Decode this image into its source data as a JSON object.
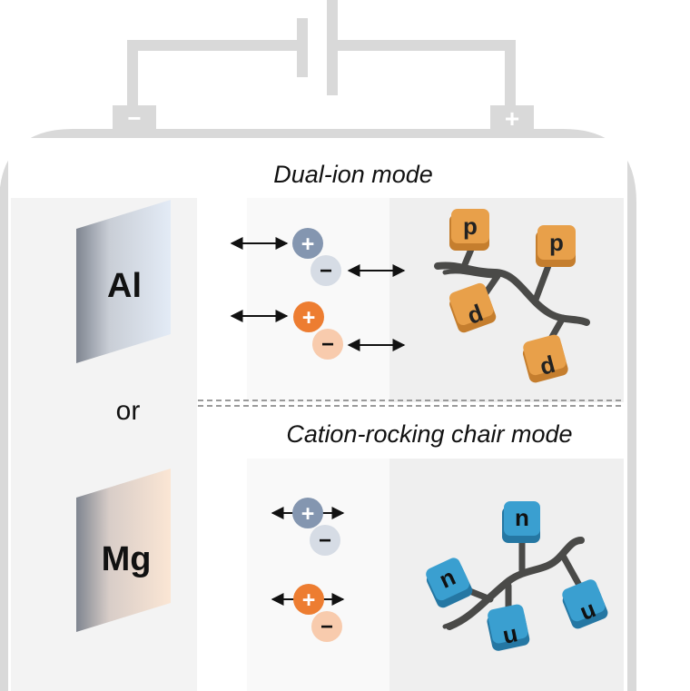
{
  "battery": {
    "negative_terminal": "−",
    "positive_terminal": "+"
  },
  "anodes": [
    {
      "id": "al",
      "label": "Al"
    },
    {
      "id": "mg",
      "label": "Mg"
    }
  ],
  "connector_word": "or",
  "modes": [
    {
      "id": "dual-ion",
      "title": "Dual-ion mode",
      "polymer_unit": "p"
    },
    {
      "id": "cation-rocking",
      "title": "Cation-rocking chair mode",
      "polymer_unit": "n"
    }
  ],
  "ions": {
    "cation_symbol": "+",
    "anion_symbol": "−"
  },
  "colors": {
    "frame": "#d9d9d9",
    "cation_gray": "#8496b0",
    "anion_gray": "#d6dce5",
    "cation_orange": "#ed7d31",
    "anion_orange": "#f8cbad",
    "p_unit": "#e8a04a",
    "n_unit": "#3a9fd0",
    "polymer": "#4a4a48"
  }
}
